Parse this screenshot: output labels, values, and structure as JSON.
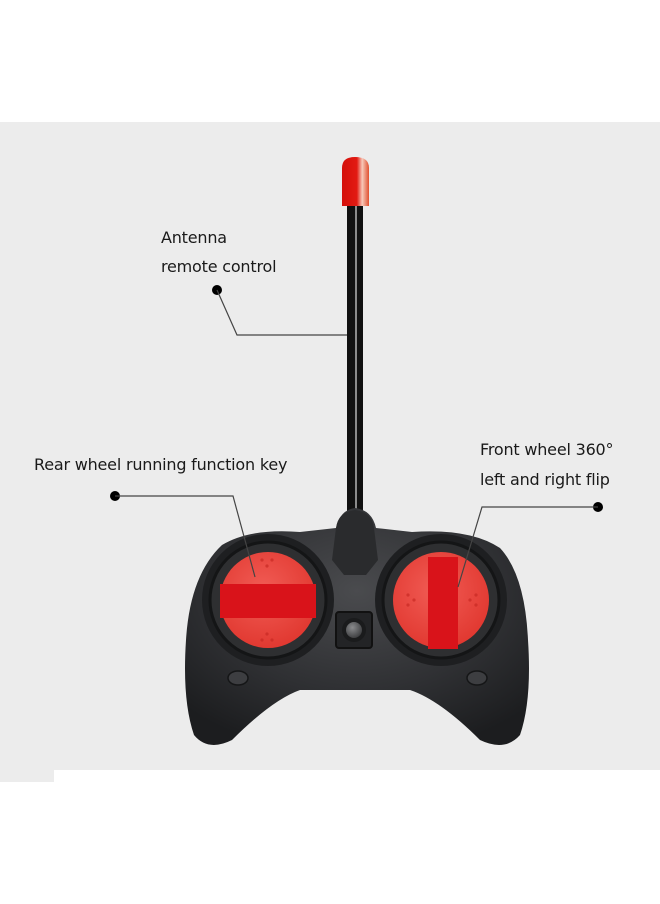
{
  "annotations": [
    {
      "id": "antenna",
      "lines": [
        "Antenna",
        "remote control"
      ]
    },
    {
      "id": "rear-wheel",
      "lines": [
        "Rear wheel running function key"
      ]
    },
    {
      "id": "front-wheel",
      "lines": [
        "Front wheel 360°",
        "left and right flip"
      ]
    }
  ],
  "colors": {
    "background": "#ececec",
    "controller_body": "#2e2f31",
    "button_red": "#e8352f",
    "stripe_red": "#d9131a",
    "antenna_tip": "#e01a12",
    "leader_line": "#444444",
    "dot": "#000000"
  },
  "product": {
    "name": "RC car remote controller",
    "parts": [
      "antenna",
      "left-dpad-button",
      "right-dpad-button",
      "center-button",
      "left-shoulder-nub",
      "right-shoulder-nub"
    ]
  }
}
